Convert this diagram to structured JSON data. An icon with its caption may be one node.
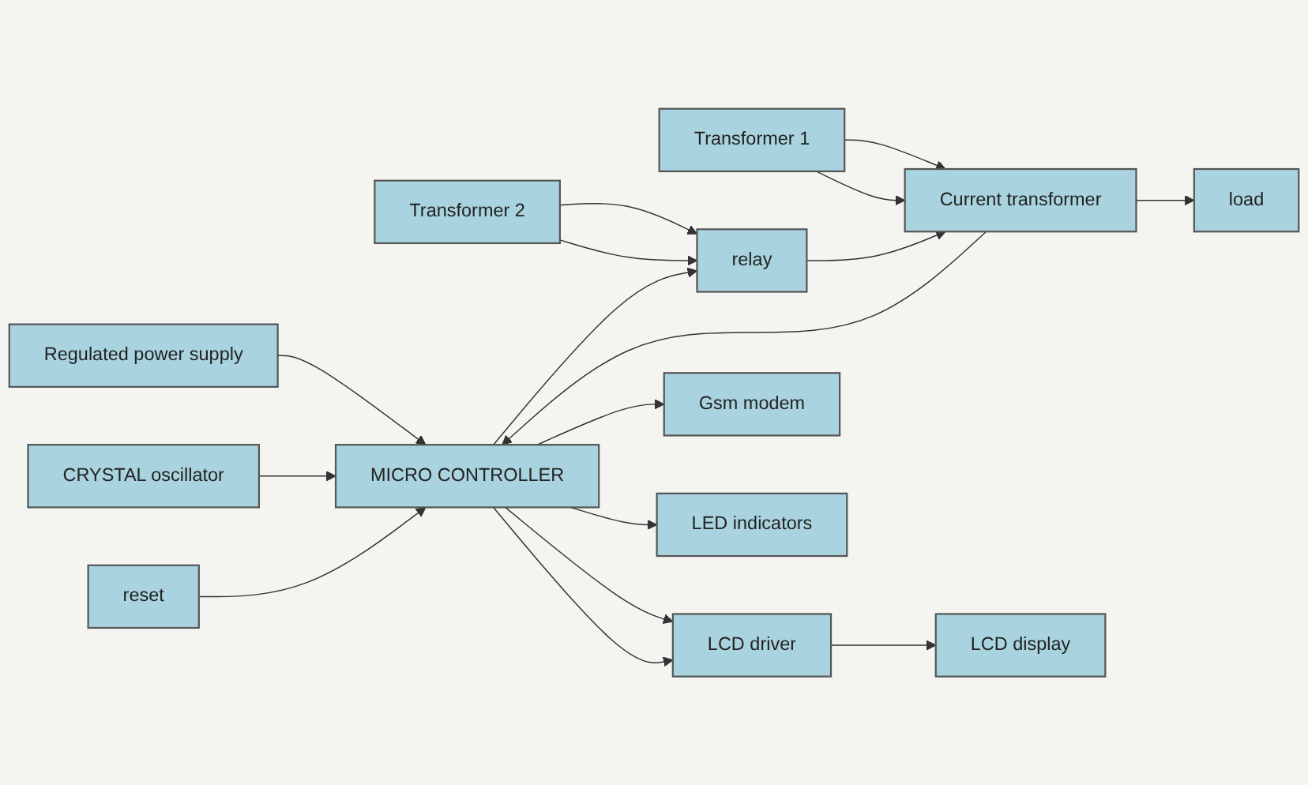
{
  "diagram": {
    "nodes": [
      {
        "text": [
          "Regulated power supply"
        ]
      },
      {
        "text": [
          "load"
        ]
      },
      {
        "text": [
          "Transformer 1"
        ]
      },
      {
        "text": [
          "Current transformer"
        ]
      },
      {
        "text": [
          "MICRO CONTROLLER"
        ]
      },
      {
        "text": [
          "LCD driver"
        ]
      },
      {
        "text": [
          "LCD display"
        ]
      },
      {
        "text": [
          "Transformer 2"
        ]
      },
      {
        "text": [
          "relay"
        ]
      },
      {
        "text": [
          "Gsm modem"
        ]
      },
      {
        "text": [
          "CRYSTAL oscillator"
        ]
      },
      {
        "text": [
          "LED indicators"
        ]
      },
      {
        "text": [
          "reset"
        ]
      }
    ],
    "edges": [
      {
        "from": 0,
        "to": 4,
        "arrow": "to"
      },
      {
        "from": 3,
        "to": 1,
        "arrow": "to"
      },
      {
        "from": 2,
        "to": 3,
        "arrow": "to"
      },
      {
        "from": 2,
        "to": 3,
        "arrow": "to"
      },
      {
        "from": 3,
        "to": 4,
        "arrow": "to"
      },
      {
        "from": 8,
        "to": 3,
        "arrow": "to"
      },
      {
        "from": 4,
        "to": 5,
        "arrow": "to"
      },
      {
        "from": 4,
        "to": 5,
        "arrow": "to"
      },
      {
        "from": 5,
        "to": 6,
        "arrow": "to"
      },
      {
        "from": 7,
        "to": 8,
        "arrow": "to"
      },
      {
        "from": 7,
        "to": 8,
        "arrow": "to"
      },
      {
        "from": 4,
        "to": 8,
        "arrow": "to"
      },
      {
        "from": 4,
        "to": 9,
        "arrow": "to"
      },
      {
        "from": 10,
        "to": 4,
        "arrow": "to"
      },
      {
        "from": 4,
        "to": 11,
        "arrow": "to"
      },
      {
        "from": 12,
        "to": 4,
        "arrow": "to"
      }
    ]
  }
}
